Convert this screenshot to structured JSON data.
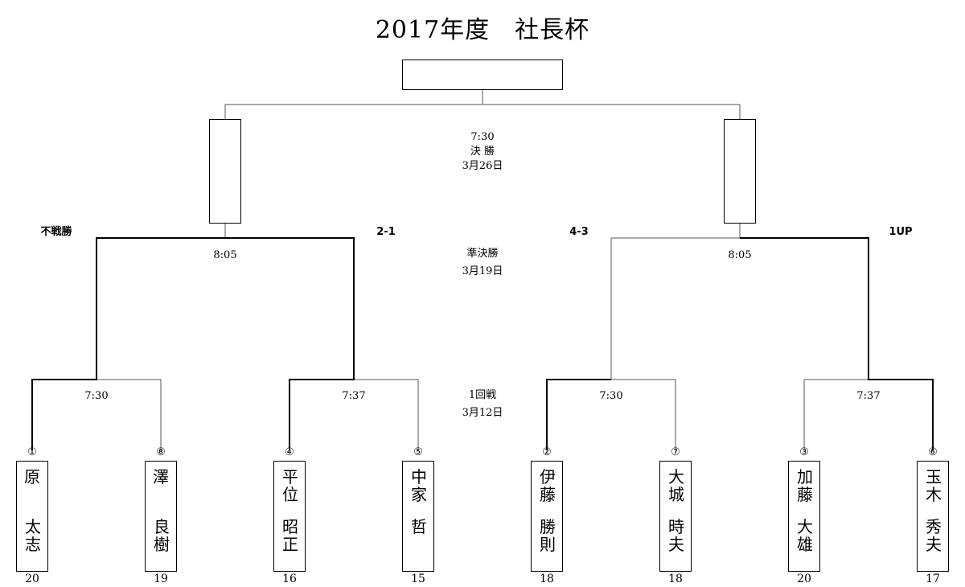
{
  "title": "2017年度　社長杯",
  "rounds": {
    "final": {
      "time": "7:30",
      "name": "決 勝",
      "date": "3月26日"
    },
    "semi": {
      "name": "準決勝",
      "date": "3月19日",
      "times": [
        "8:05",
        "8:05"
      ]
    },
    "first": {
      "name": "1回戦",
      "date": "3月12日",
      "times": [
        "7:30",
        "7:37",
        "7:30",
        "7:37"
      ]
    }
  },
  "results": {
    "semi_left_1": "不戦勝",
    "semi_left_2": "2-1",
    "semi_right_1": "4-3",
    "semi_right_2": "1UP"
  },
  "players": [
    {
      "seed": "①",
      "name1": "原",
      "name2": "太志",
      "score": "20"
    },
    {
      "seed": "⑧",
      "name1": "澤",
      "name2": "良樹",
      "score": "19"
    },
    {
      "seed": "④",
      "name1": "平位",
      "name2": "昭正",
      "score": "16"
    },
    {
      "seed": "⑤",
      "name1": "中家",
      "name2": "哲",
      "score": "15"
    },
    {
      "seed": "②",
      "name1": "伊藤",
      "name2": "勝則",
      "score": "18"
    },
    {
      "seed": "⑦",
      "name1": "大城",
      "name2": "時夫",
      "score": "18"
    },
    {
      "seed": "③",
      "name1": "加藤",
      "name2": "大雄",
      "score": "20"
    },
    {
      "seed": "⑥",
      "name1": "玉木",
      "name2": "秀夫",
      "score": "17"
    }
  ]
}
